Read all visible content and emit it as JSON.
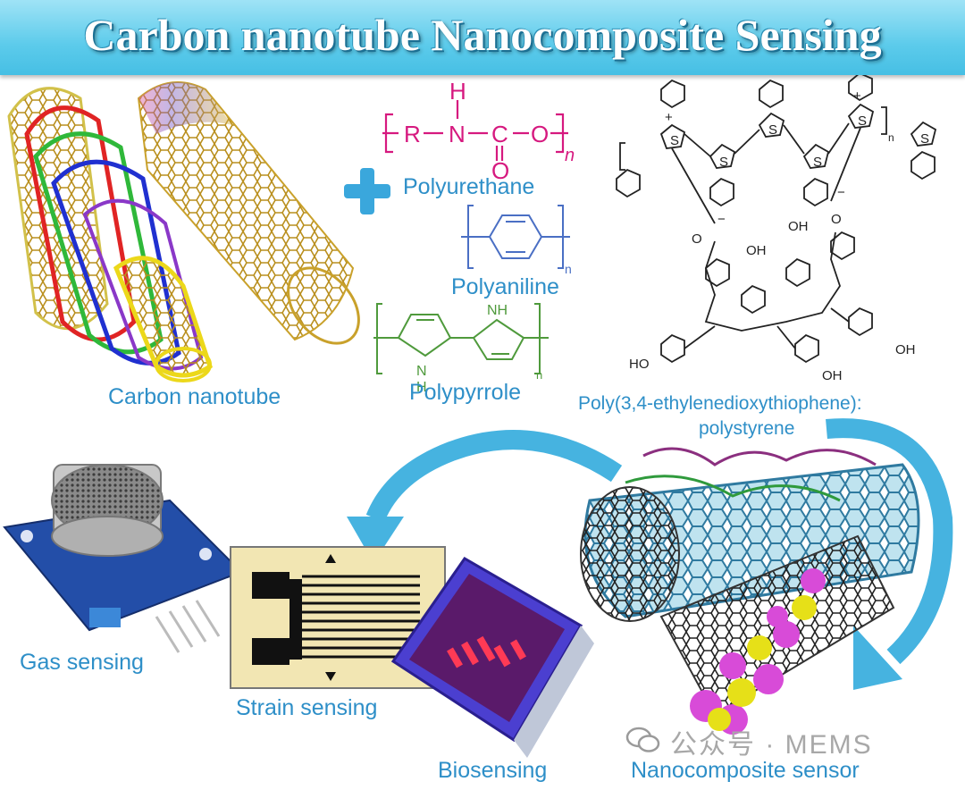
{
  "title": "Carbon nanotube Nanocomposite Sensing",
  "labels": {
    "carbon_nanotube": "Carbon nanotube",
    "polyurethane": "Polyurethane",
    "polyaniline": "Polyaniline",
    "polypyrrole": "Polypyrrole",
    "pedot_line1": "Poly(3,4-ethylenedioxythiophene):",
    "pedot_line2": "polystyrene",
    "gas_sensing": "Gas sensing",
    "strain_sensing": "Strain sensing",
    "biosensing": "Biosensing",
    "nanocomposite_sensor": "Nanocomposite sensor"
  },
  "polyurethane_formula": {
    "r": "R",
    "n": "N",
    "h": "H",
    "c": "C",
    "o": "O",
    "o2": "O",
    "sub": "n"
  },
  "chem_atoms": {
    "s": "S",
    "o": "O",
    "oh": "OH",
    "ho": "HO",
    "plus": "+",
    "minus": "−",
    "n_sub": "n",
    "nh": "NH",
    "h": "H",
    "n_atom": "N"
  },
  "watermark": "公众号 · MEMS",
  "colors": {
    "banner": "#5ccbeb",
    "label_blue": "#2e8fc8",
    "polyurethane": "#d6197f",
    "polyaniline": "#4a6fc4",
    "polypyrrole": "#4f9a3c",
    "arrow": "#46b3e0"
  }
}
